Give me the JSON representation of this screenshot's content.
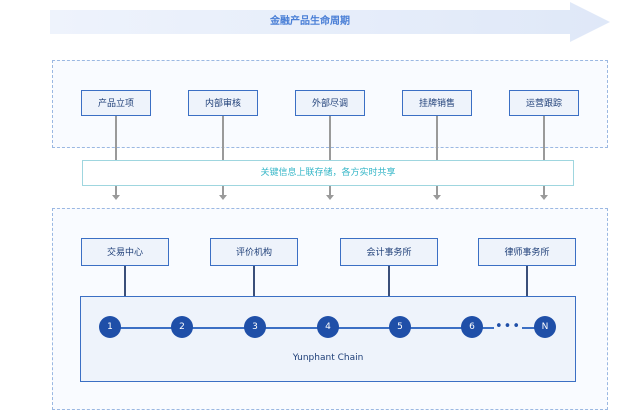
{
  "banner": {
    "title": "金融产品生命周期"
  },
  "phases": [
    "产品立项",
    "内部审核",
    "外部尽调",
    "挂牌销售",
    "运营跟踪"
  ],
  "info_bar": {
    "text": "关键信息上联存储，各方实时共享"
  },
  "parties": [
    "交易中心",
    "评价机构",
    "会计事务所",
    "律师事务所"
  ],
  "chain": {
    "nodes": [
      "1",
      "2",
      "3",
      "4",
      "5",
      "6",
      "N"
    ],
    "ellipsis": "•••",
    "name": "Yunphant Chain"
  },
  "colors": {
    "primary": "#3b6fc4",
    "node": "#1f4fa8",
    "info_accent": "#35b6c7",
    "connector": "#9a9a9a"
  }
}
